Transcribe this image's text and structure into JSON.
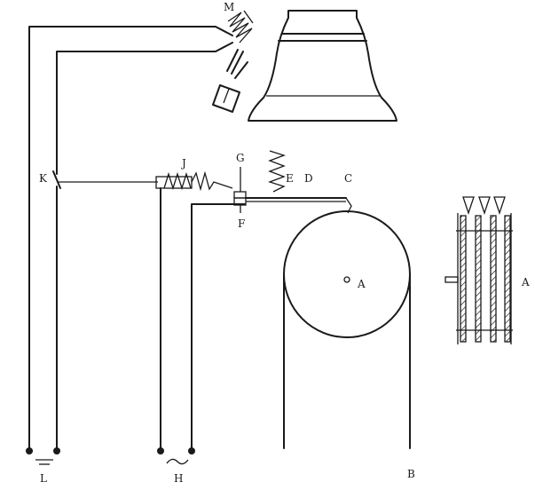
{
  "labels": {
    "M": "M",
    "J": "J",
    "G": "G",
    "E": "E",
    "D": "D",
    "C": "C",
    "K": "K",
    "F": "F",
    "A_center": "A",
    "A_side": "A",
    "B": "B",
    "L": "L",
    "H": "H"
  },
  "symbols": {
    "ground": "ground-symbol",
    "ac": "ac-source-symbol"
  }
}
